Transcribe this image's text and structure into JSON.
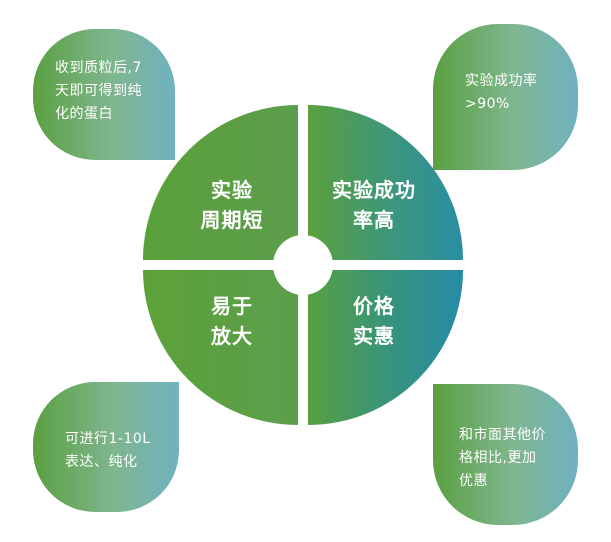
{
  "quadrants": {
    "top_left": {
      "line1": "实验",
      "line2": "周期短"
    },
    "top_right": {
      "line1": "实验成功",
      "line2": "率高"
    },
    "bottom_left": {
      "line1": "易于",
      "line2": "放大"
    },
    "bottom_right": {
      "line1": "价格",
      "line2": "实惠"
    }
  },
  "bubbles": {
    "top_left": "收到质粒后,7\n天即可得到纯\n化的蛋白",
    "top_right": "实验成功率\n>90%",
    "bottom_left": "可进行1-10L\n表达、纯化",
    "bottom_right": "和市面其他价\n格相比,更加\n优惠"
  },
  "colors": {
    "green": "#62a33c",
    "teal": "#2a8fa4",
    "bubble_light": "#6fb2c1",
    "text": "#ffffff"
  }
}
